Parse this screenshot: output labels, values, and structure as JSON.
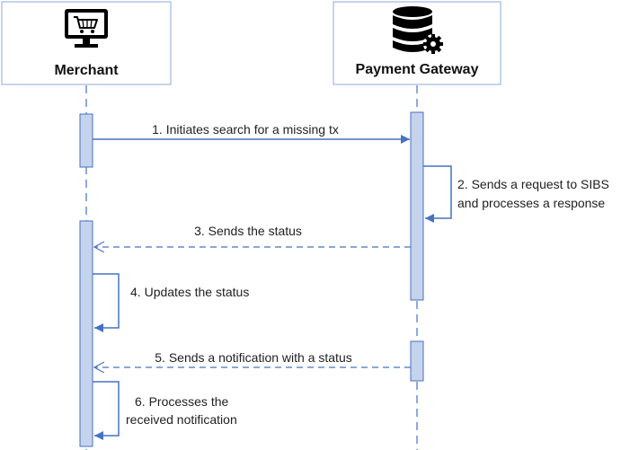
{
  "participants": {
    "merchant": {
      "name": "Merchant",
      "icon": "shopping-cart-monitor-icon"
    },
    "gateway": {
      "name": "Payment Gateway",
      "icon": "database-gear-icon"
    }
  },
  "messages": [
    {
      "number": "1.",
      "text": "Initiates search for a missing tx",
      "from": "merchant",
      "to": "gateway",
      "style": "solid"
    },
    {
      "number": "2.",
      "lines": [
        "Sends a request to SIBS",
        "and processes a response"
      ],
      "from": "gateway",
      "to": "gateway",
      "style": "solid"
    },
    {
      "number": "3.",
      "text": "Sends the status",
      "from": "gateway",
      "to": "merchant",
      "style": "dashed"
    },
    {
      "number": "4.",
      "text": "Updates the status",
      "from": "merchant",
      "to": "merchant",
      "style": "solid"
    },
    {
      "number": "5.",
      "text": "Sends a notification with a status",
      "from": "gateway",
      "to": "merchant",
      "style": "dashed"
    },
    {
      "number": "6.",
      "lines": [
        "Processes the",
        "received notification"
      ],
      "from": "merchant",
      "to": "merchant",
      "style": "solid"
    }
  ],
  "colors": {
    "line": "#4472c4",
    "activation_fill": "#c5d3ec",
    "box_border": "#8ea9db",
    "icon": "#000000"
  }
}
